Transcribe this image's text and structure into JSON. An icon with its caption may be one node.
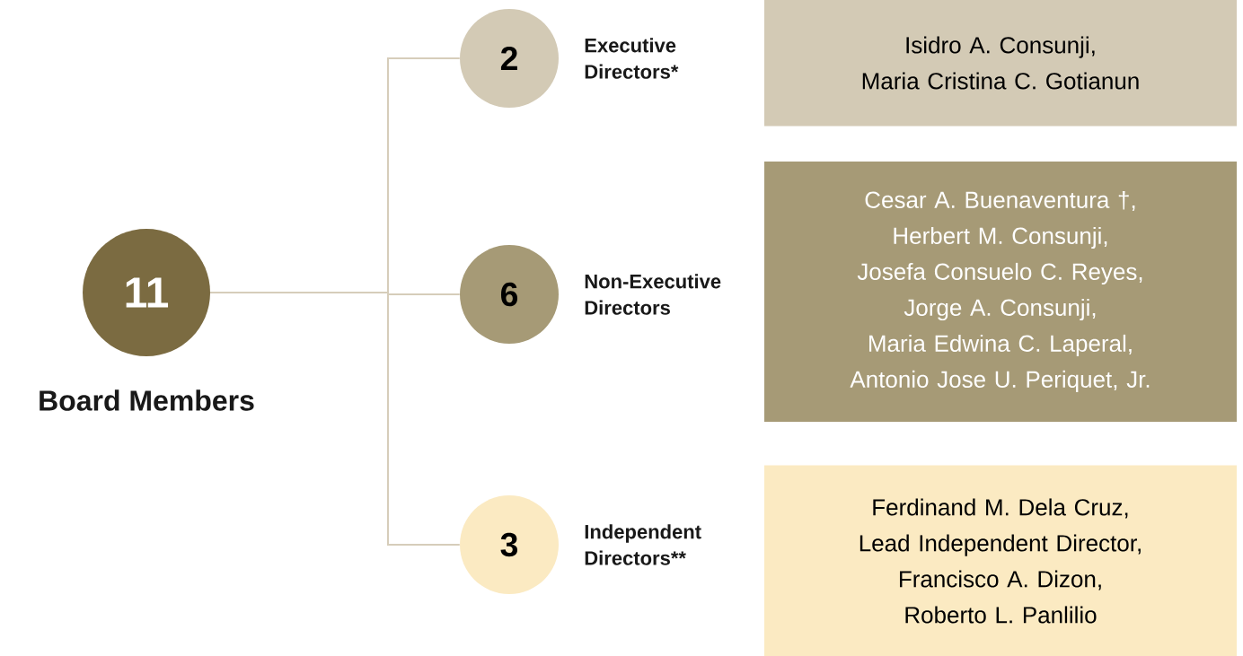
{
  "diagram": {
    "nodes": [
      {
        "text": [
          "11"
        ],
        "beside": [
          "Board Members"
        ]
      },
      {
        "text": [
          "2"
        ],
        "beside": [
          "Executive Directors*"
        ]
      },
      {
        "text": [
          "Isidro A. Consunji,",
          "Maria Cristina C. Gotianun"
        ]
      },
      {
        "text": [
          "6"
        ],
        "beside": [
          "Non-Executive Directors"
        ]
      },
      {
        "text": [
          "Cesar A. Buenaventura †,",
          "Herbert M. Consunji,",
          "Josefa Consuelo C. Reyes,",
          "Jorge A. Consunji,",
          "Maria Edwina C. Laperal,",
          "Antonio Jose U. Periquet, Jr."
        ]
      },
      {
        "text": [
          "3"
        ],
        "beside": [
          "Independent Directors**"
        ]
      },
      {
        "text": [
          "Ferdinand M. Dela Cruz,",
          "Lead Independent Director,",
          "Francisco A. Dizon,",
          "Roberto L. Panlilio"
        ]
      }
    ],
    "edges": [
      {
        "from": 0,
        "to": 1,
        "arrow": "none"
      },
      {
        "from": 0,
        "to": 3,
        "arrow": "none"
      },
      {
        "from": 0,
        "to": 5,
        "arrow": "none"
      }
    ]
  }
}
